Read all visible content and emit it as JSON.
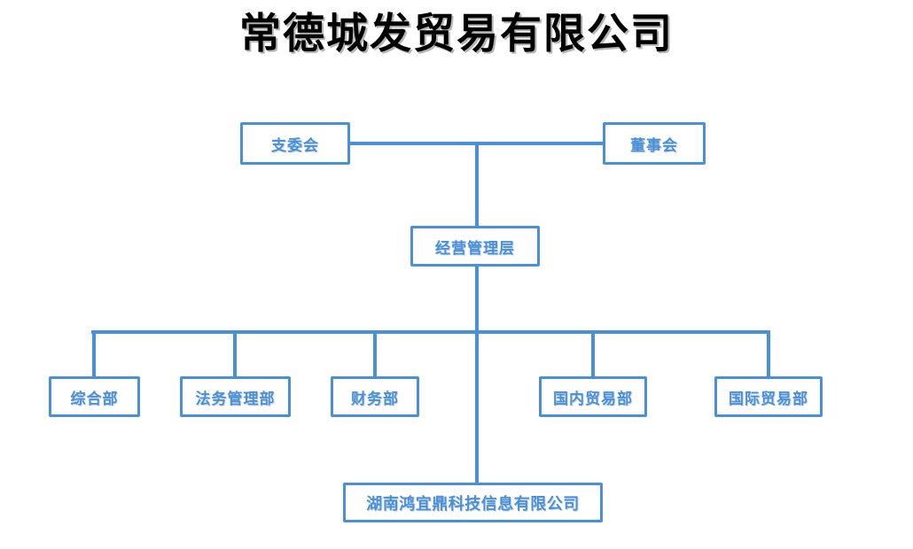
{
  "chart_data": {
    "type": "diagram",
    "title": "常德城发贸易有限公司",
    "subtype": "organizational-chart",
    "orientation": "top-down",
    "colors": {
      "box_border": "#4a90d9",
      "box_fill": "#ffffff",
      "text": "#4a90d9",
      "connector": "#4a90d9",
      "title_text": "#000000",
      "background": "#ffffff"
    },
    "levels": [
      {
        "level": 1,
        "nodes": [
          {
            "id": "party-committee",
            "label": "支委会"
          },
          {
            "id": "board-of-directors",
            "label": "董事会"
          }
        ]
      },
      {
        "level": 2,
        "nodes": [
          {
            "id": "management",
            "label": "经营管理层"
          }
        ]
      },
      {
        "level": 3,
        "nodes": [
          {
            "id": "general-affairs",
            "label": "综合部"
          },
          {
            "id": "legal-affairs",
            "label": "法务管理部"
          },
          {
            "id": "finance",
            "label": "财务部"
          },
          {
            "id": "domestic-trade",
            "label": "国内贸易部"
          },
          {
            "id": "international-trade",
            "label": "国际贸易部"
          }
        ]
      },
      {
        "level": 4,
        "nodes": [
          {
            "id": "subsidiary",
            "label": "湖南鸿宜鼎科技信息有限公司"
          }
        ]
      }
    ],
    "edges": [
      {
        "from": "party-committee",
        "to": "board-of-directors",
        "style": "horizontal-bus"
      },
      {
        "from": "horizontal-bus",
        "to": "management",
        "style": "vertical"
      },
      {
        "from": "management",
        "to": "general-affairs",
        "style": "orthogonal"
      },
      {
        "from": "management",
        "to": "legal-affairs",
        "style": "orthogonal"
      },
      {
        "from": "management",
        "to": "finance",
        "style": "orthogonal"
      },
      {
        "from": "management",
        "to": "domestic-trade",
        "style": "orthogonal"
      },
      {
        "from": "management",
        "to": "international-trade",
        "style": "orthogonal"
      },
      {
        "from": "management",
        "to": "subsidiary",
        "style": "vertical"
      }
    ]
  },
  "title": {
    "text": "常德城发贸易有限公司"
  },
  "nodes": {
    "party_committee": {
      "label": "支委会"
    },
    "board_of_directors": {
      "label": "董事会"
    },
    "management": {
      "label": "经营管理层"
    },
    "general_affairs": {
      "label": "综合部"
    },
    "legal_affairs": {
      "label": "法务管理部"
    },
    "finance": {
      "label": "财务部"
    },
    "domestic_trade": {
      "label": "国内贸易部"
    },
    "international_trade": {
      "label": "国际贸易部"
    },
    "subsidiary": {
      "label": "湖南鸿宜鼎科技信息有限公司"
    }
  }
}
